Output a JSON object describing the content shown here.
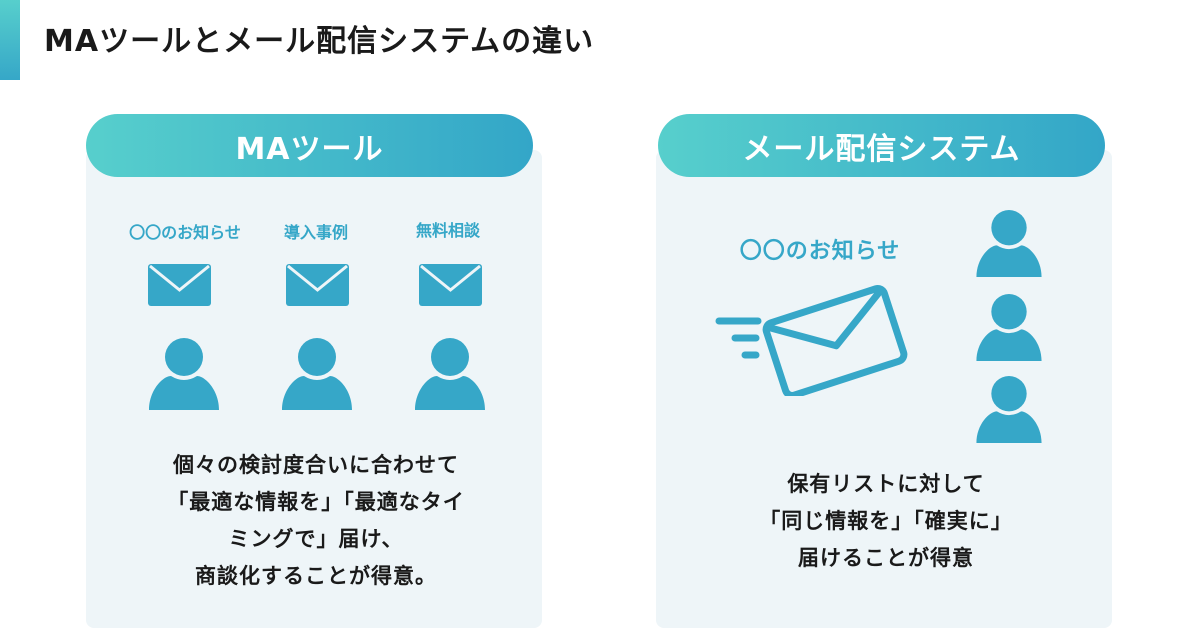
{
  "header": {
    "title": "MAツールとメール配信システムの違い"
  },
  "colors": {
    "accent": "#36a7c8",
    "gradient_start": "#57cfcc",
    "gradient_end": "#33a6c8",
    "card_bg": "#eef5f8",
    "text": "#1a1a1a"
  },
  "ma_tool": {
    "title": "MAツール",
    "emails": [
      {
        "label": "〇〇のお知らせ",
        "icon": "envelope-icon"
      },
      {
        "label": "導入事例",
        "icon": "envelope-icon"
      },
      {
        "label": "無料相談",
        "icon": "envelope-icon"
      }
    ],
    "recipients": [
      {
        "icon": "person-icon"
      },
      {
        "icon": "person-icon"
      },
      {
        "icon": "person-icon"
      }
    ],
    "description": [
      "個々の検討度合いに合わせて",
      "「最適な情報を」「最適なタイ",
      "ミングで」届け、",
      "商談化することが得意。"
    ]
  },
  "mail_system": {
    "title": "メール配信システム",
    "email_label": "〇〇のお知らせ",
    "email_icon": "sending-envelope-icon",
    "recipients": [
      {
        "icon": "person-icon"
      },
      {
        "icon": "person-icon"
      },
      {
        "icon": "person-icon"
      }
    ],
    "description": [
      "保有リストに対して",
      "「同じ情報を」「確実に」",
      "届けることが得意"
    ]
  }
}
